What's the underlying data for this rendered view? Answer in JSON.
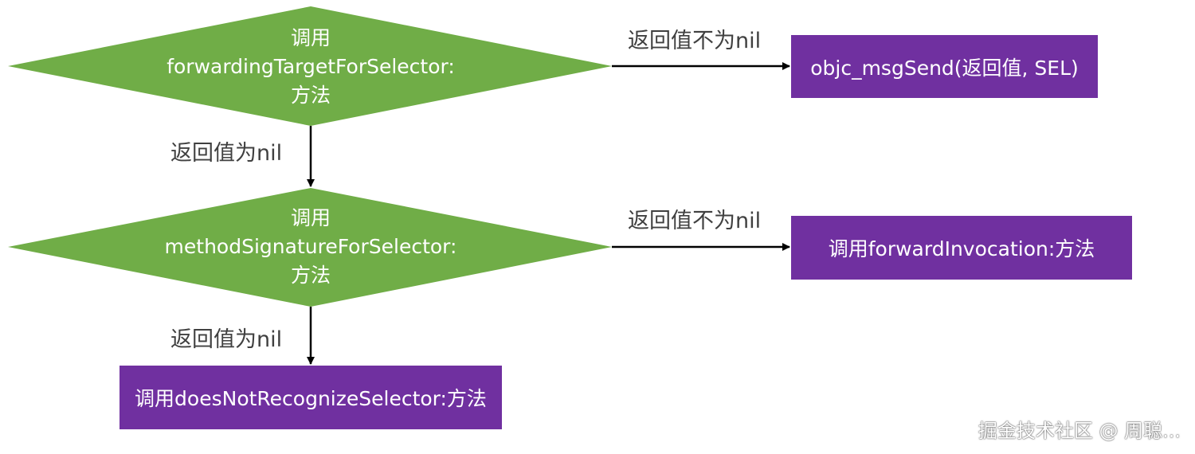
{
  "colors": {
    "decision_fill": "#70AD47",
    "process_fill": "#7030A0",
    "arrow": "#000000",
    "label_text": "#404040"
  },
  "nodes": {
    "decision1": {
      "line1": "调用",
      "line2": "forwardingTargetForSelector:",
      "line3": "方法"
    },
    "decision2": {
      "line1": "调用",
      "line2": "methodSignatureForSelector:",
      "line3": "方法"
    },
    "box1": {
      "label": "objc_msgSend(返回值, SEL)"
    },
    "box2": {
      "label": "调用forwardInvocation:方法"
    },
    "box3": {
      "label": "调用doesNotRecognizeSelector:方法"
    }
  },
  "edges": {
    "d1_to_box1": "返回值不为nil",
    "d1_to_d2": "返回值为nil",
    "d2_to_box2": "返回值不为nil",
    "d2_to_box3": "返回值为nil"
  },
  "watermark": "掘金技术社区 @ 周聪..."
}
